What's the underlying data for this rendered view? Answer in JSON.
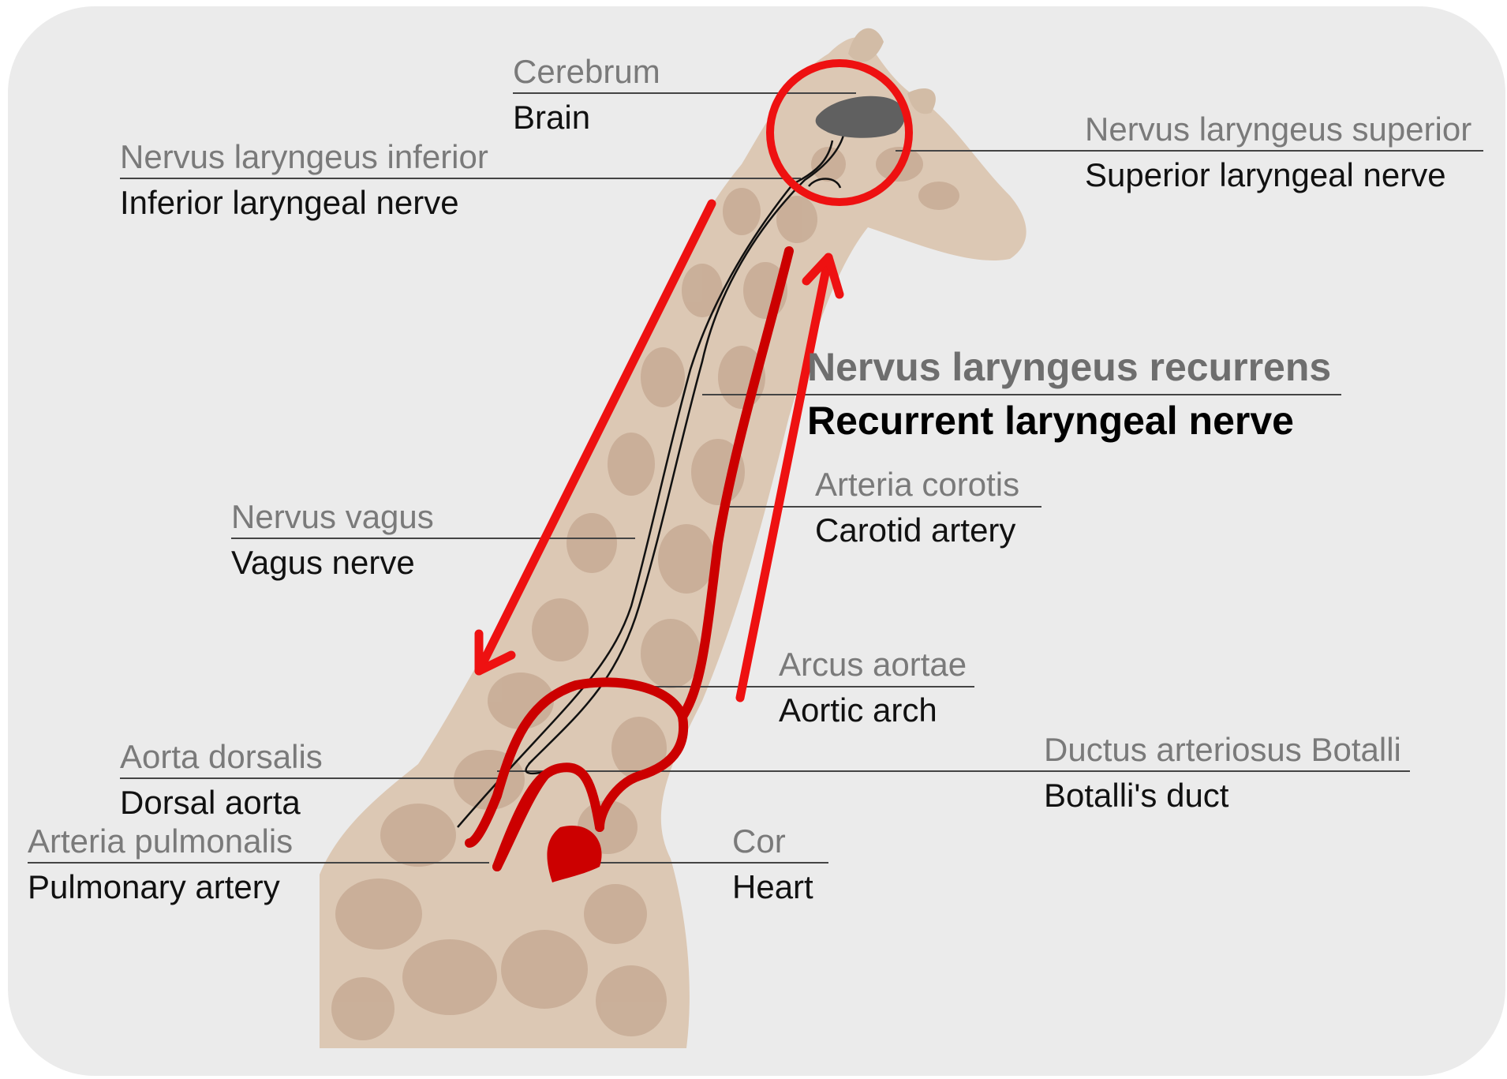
{
  "colors": {
    "background": "#ebebeb",
    "giraffe_skin": "#dcc8b4",
    "giraffe_spots": "#c7ab95",
    "artery_red": "#cc0000",
    "annotation_red": "#ee1111",
    "brain": "#606060",
    "leader_line": "#444444"
  },
  "labels": {
    "cerebrum": {
      "latin": "Cerebrum",
      "english": "Brain"
    },
    "laryngeus_inferior": {
      "latin": "Nervus laryngeus inferior",
      "english": "Inferior laryngeal nerve"
    },
    "laryngeus_superior": {
      "latin": "Nervus laryngeus superior",
      "english": "Superior laryngeal nerve"
    },
    "laryngeus_recurrens": {
      "latin": "Nervus laryngeus recurrens",
      "english": "Recurrent laryngeal nerve"
    },
    "arteria_corotis": {
      "latin": "Arteria corotis",
      "english": "Carotid artery"
    },
    "nervus_vagus": {
      "latin": "Nervus vagus",
      "english": "Vagus nerve"
    },
    "arcus_aortae": {
      "latin": "Arcus aortae",
      "english": "Aortic arch"
    },
    "aorta_dorsalis": {
      "latin": "Aorta dorsalis",
      "english": "Dorsal aorta"
    },
    "ductus_botalli": {
      "latin": "Ductus arteriosus Botalli",
      "english": "Botalli's duct"
    },
    "arteria_pulmonalis": {
      "latin": "Arteria pulmonalis",
      "english": "Pulmonary artery"
    },
    "cor": {
      "latin": "Cor",
      "english": "Heart"
    }
  },
  "annotations": {
    "highlight": "circle around brain and larynx",
    "arrow_down": "nerve path down the neck",
    "arrow_up": "nerve path up the neck"
  }
}
